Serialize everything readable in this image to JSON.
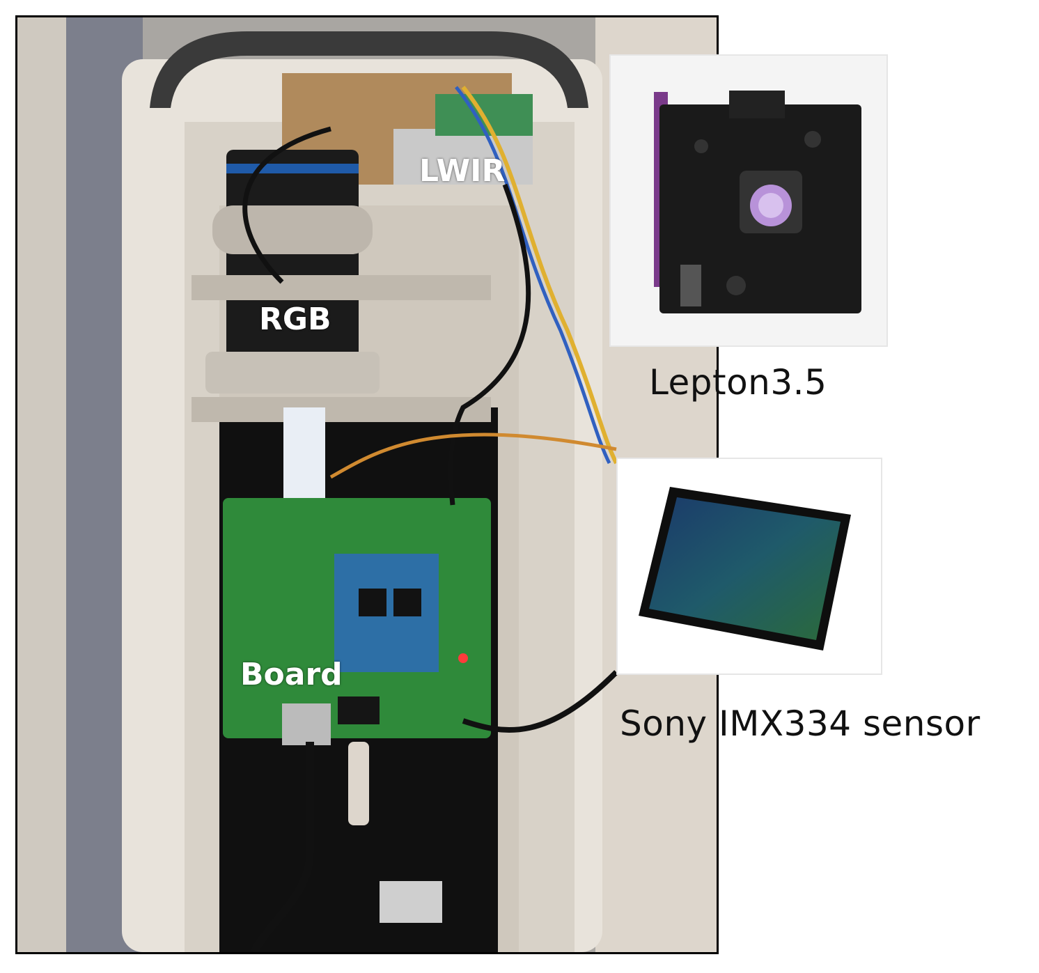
{
  "photo": {
    "labels": {
      "lwir": "LWIR",
      "rgb": "RGB",
      "board": "Board"
    }
  },
  "insets": {
    "lepton": {
      "caption": "Lepton3.5"
    },
    "sony": {
      "caption": "Sony IMX334 sensor"
    }
  },
  "colors": {
    "pcb": "#2f8a3a",
    "housing": "#e6e1d9",
    "sensor": "#1b3a5a"
  }
}
